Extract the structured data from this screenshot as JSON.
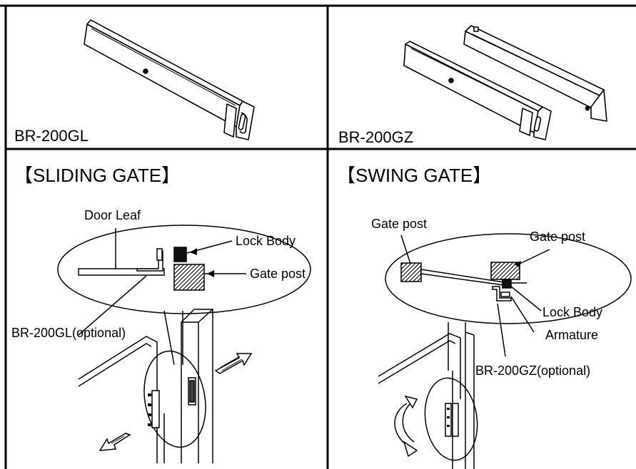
{
  "panels": {
    "top_left": {
      "model": "BR-200GL"
    },
    "top_right": {
      "model": "BR-200GZ"
    },
    "bottom_left": {
      "title": "【SLIDING GATE】",
      "labels": {
        "door_leaf": "Door Leaf",
        "lock_body": "Lock Body",
        "gate_post": "Gate post",
        "bracket": "BR-200GL(optional)"
      }
    },
    "bottom_right": {
      "title": "【SWING GATE】",
      "labels": {
        "gate_post_left": "Gate post",
        "gate_post_right": "Gate post",
        "lock_body": "Lock Body",
        "armature": "Armature",
        "bracket": "BR-200GZ(optional)"
      }
    }
  }
}
